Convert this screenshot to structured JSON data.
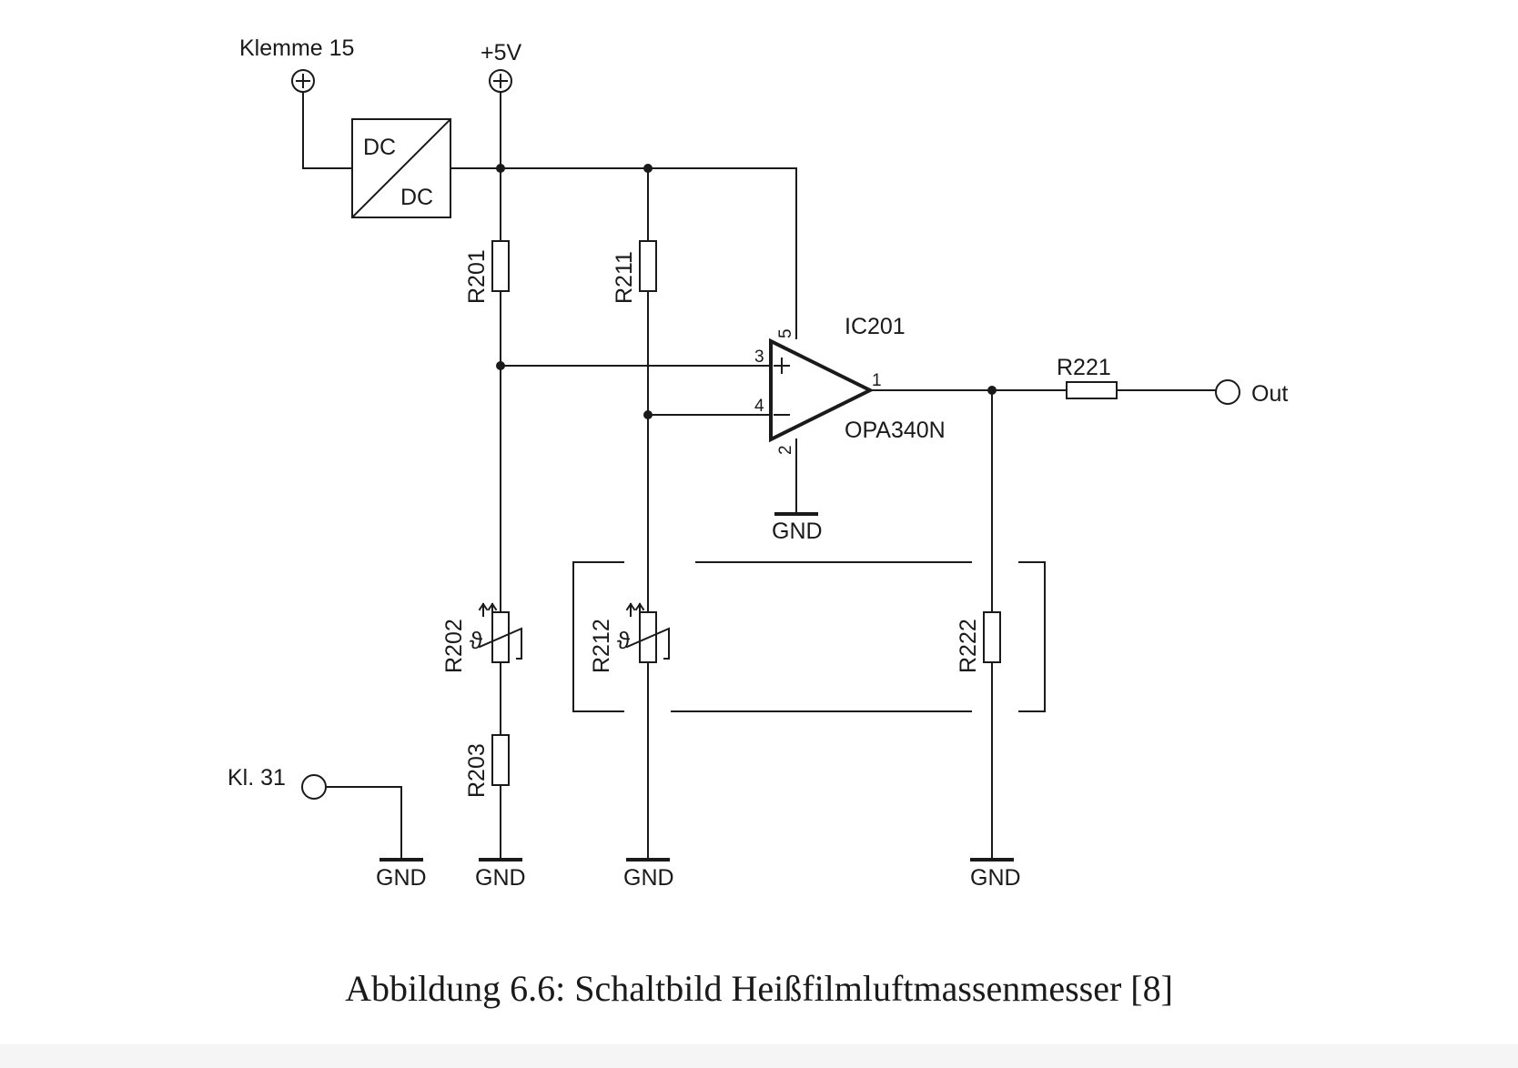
{
  "caption": "Abbildung 6.6: Schaltbild Heißfilmluftmassenmesser [8]",
  "terminals": {
    "klemme15": "Klemme 15",
    "plus5v": "+5V",
    "kl31": "Kl. 31",
    "out": "Out"
  },
  "converter": {
    "top": "DC",
    "bottom": "DC"
  },
  "resistors": {
    "r201": "R201",
    "r211": "R211",
    "r202": "R202",
    "r203": "R203",
    "r212": "R212",
    "r221": "R221",
    "r222": "R222"
  },
  "thermistor_symbol": "ϑ",
  "opamp": {
    "ref": "IC201",
    "part": "OPA340N",
    "pin_plus": "3",
    "pin_minus": "4",
    "pin_supply": "5",
    "pin_gnd": "2",
    "pin_out": "1"
  },
  "ground_label": "GND"
}
